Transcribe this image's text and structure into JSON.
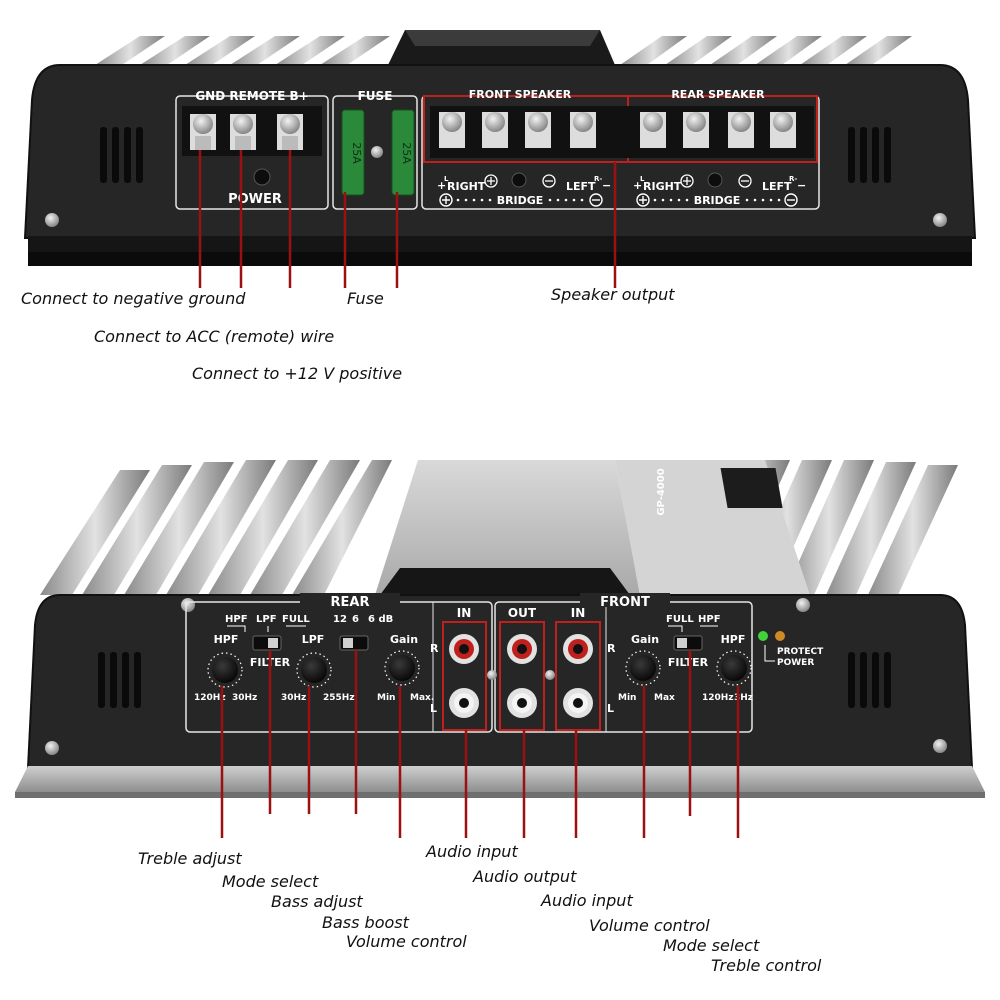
{
  "colors": {
    "panel": "#262626",
    "panel_edge": "#111111",
    "fin": "#b8b8b8",
    "fin_dark": "#6d6d6d",
    "silver": "#cfcfcf",
    "leader": "#9b1010",
    "highlight": "#c0201d",
    "led_green": "#3fd43b",
    "led_orange": "#d08a24"
  },
  "top_panel": {
    "gnd_remote_b_label": "GND REMOTE B+",
    "power_label": "POWER",
    "fuse_label": "FUSE",
    "fuse_rating_left": "25A",
    "fuse_rating_right": "25A",
    "front_speaker_label": "FRONT SPEAKER",
    "rear_speaker_label": "REAR SPEAKER",
    "front_plus": "+",
    "front_l": "L",
    "front_right": "RIGHT",
    "front_left": "LEFT",
    "front_r": "R-",
    "front_minus": "−",
    "front_bridge": "BRIDGE",
    "rear_plus": "+",
    "rear_l": "L",
    "rear_right": "RIGHT",
    "rear_left": "LEFT",
    "rear_r": "R-",
    "rear_minus": "−",
    "rear_bridge": "BRIDGE"
  },
  "bottom_panel": {
    "brand_label": "GP-4000",
    "rear_label": "REAR",
    "front_label": "FRONT",
    "rear_hpf_small": "HPF",
    "rear_lpf_small": "LPF",
    "rear_full_small": "FULL",
    "rear_hpf_knob": "HPF",
    "rear_filter": "FILTER",
    "rear_lpf_knob": "LPF",
    "rear_boost_12": "12",
    "rear_boost_6": "6",
    "rear_boost_6db": "6 dB",
    "rear_gain": "Gain",
    "rear_hpf_min": "120Hz",
    "rear_hpf_max": "30Hz",
    "rear_lpf_min": "30Hz",
    "rear_lpf_max": "255Hz",
    "rear_gain_min": "Min",
    "rear_gain_max": "Max.",
    "rear_in": "IN",
    "rear_r": "R",
    "rear_l": "L",
    "out_label": "OUT",
    "front_in": "IN",
    "front_r": "R",
    "front_l": "L",
    "front_full_small": "FULL",
    "front_hpf_small": "HPF",
    "front_gain": "Gain",
    "front_filter": "FILTER",
    "front_hpf_knob": "HPF",
    "front_gain_min": "Min",
    "front_gain_max": "Max",
    "front_hpf_min": "120Hz",
    "front_hpf_max": "3Hz",
    "protect_label": "PROTECT",
    "power_led_label": "POWER"
  },
  "annotations": {
    "negative_ground": "Connect to negative ground",
    "fuse": "Fuse",
    "speaker_output": "Speaker output",
    "acc_wire": "Connect to ACC (remote) wire",
    "positive": "Connect to +12 V positive",
    "treble_adjust": "Treble adjust",
    "mode_select_rear": "Mode select",
    "bass_adjust": "Bass adjust",
    "bass_boost": "Bass boost",
    "volume_control_rear": "Volume control",
    "audio_input_rear": "Audio input",
    "audio_output": "Audio output",
    "audio_input_front": "Audio input",
    "volume_control_front": "Volume control",
    "mode_select_front": "Mode select",
    "treble_control": "Treble control"
  }
}
